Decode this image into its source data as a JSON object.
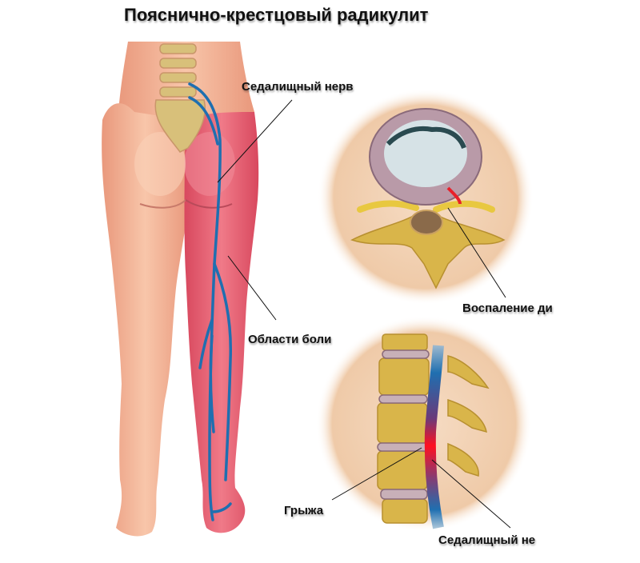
{
  "title": "Пояснично-крестцовый радикулит",
  "labels": {
    "sciatic_nerve_top": "Седалищный нерв",
    "pain_areas": "Области боли",
    "disc_inflammation": "Воспаление ди",
    "hernia": "Грыжа",
    "sciatic_nerve_bottom": "Седалищный не"
  },
  "colors": {
    "skin": "#f4b69a",
    "pain_area": "#e25c6e",
    "nerve": "#1f6fb0",
    "bone": "#d9b54a",
    "disc": "#b99aa8",
    "circle_bg": "#f2d4b8",
    "inflamed": "#e8202a"
  }
}
